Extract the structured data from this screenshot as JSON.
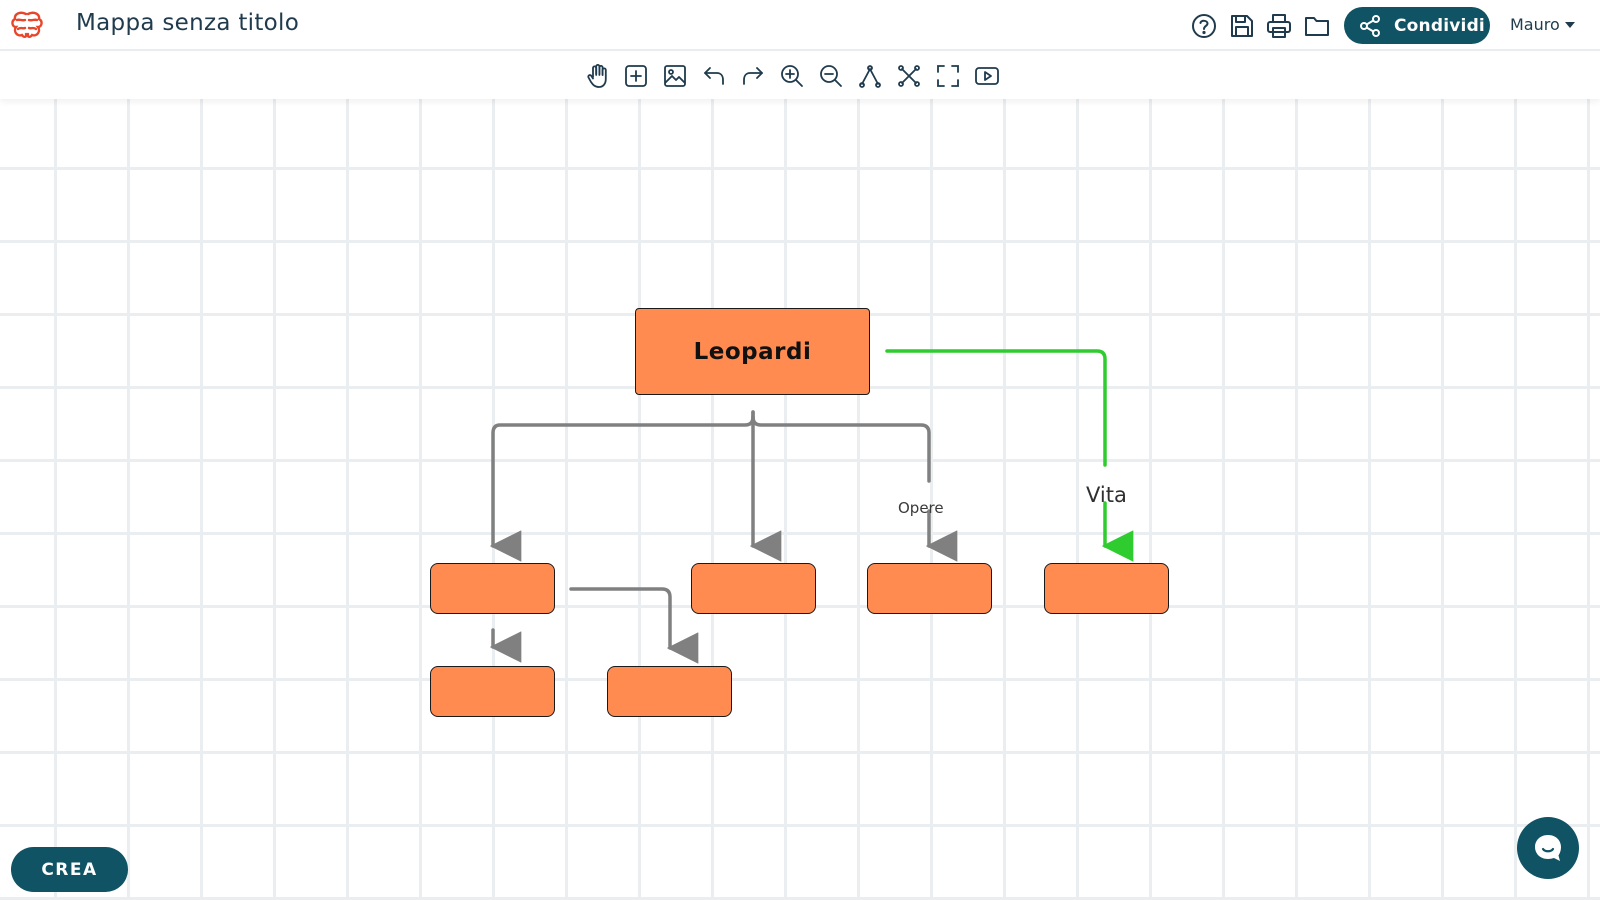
{
  "app": {
    "title": "Mappa senza titolo",
    "logo_icon": "brain-logo-icon",
    "accent_color": "#0f5364",
    "logo_color": "#e8462a"
  },
  "header": {
    "icons": [
      "help-icon",
      "save-icon",
      "print-icon",
      "folder-icon"
    ],
    "share_label": "Condividi",
    "share_icon": "share-icon",
    "user_name": "Mauro"
  },
  "toolbar": {
    "tools": [
      "hand-icon",
      "add-node-icon",
      "image-icon",
      "undo-icon",
      "redo-icon",
      "zoom-in-icon",
      "zoom-out-icon",
      "curve-icon",
      "layout-icon",
      "fullscreen-icon",
      "presentation-icon"
    ]
  },
  "mindmap": {
    "root": {
      "label": "Leopardi",
      "color": "#ff8b50"
    },
    "node_color": "#ff8b50",
    "link_color": "#808080",
    "highlight_link_color": "#2ecc2e",
    "edge_labels": {
      "opere": "Opere",
      "vita": "Vita"
    }
  },
  "footer": {
    "create_label": "CREA",
    "chat_icon": "chat-bubble-icon"
  }
}
